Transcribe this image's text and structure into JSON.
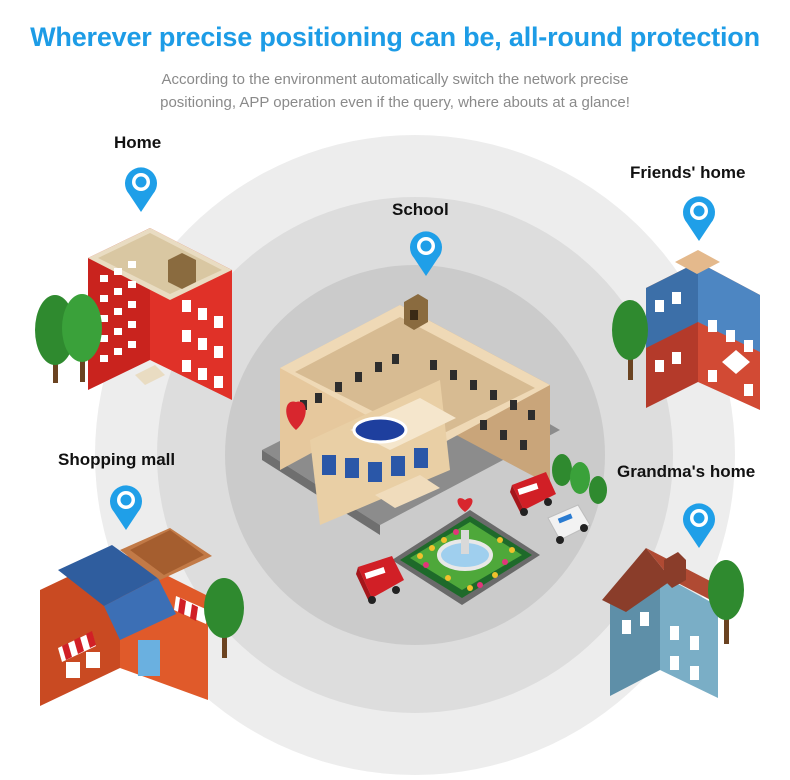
{
  "header": {
    "title": "Wherever precise positioning can be, all-round protection",
    "subtitle_line1": "According to the environment automatically switch the network precise",
    "subtitle_line2": "positioning, APP operation even if the query, where abouts at a glance!"
  },
  "locations": {
    "home": "Home",
    "school": "School",
    "friends_home": "Friends' home",
    "shopping_mall": "Shopping mall",
    "grandmas_home": "Grandma's home"
  },
  "colors": {
    "accent": "#1d9ce6",
    "pin": "#1f9fe8",
    "ring_outer": "#ececec",
    "ring_middle": "#dcdcdc",
    "ring_inner": "#c8c8c8"
  },
  "icons": [
    "location-pin-icon",
    "house-icon",
    "school-icon",
    "shop-icon",
    "tree-icon",
    "fire-truck-icon",
    "ambulance-icon",
    "fountain-icon",
    "heart-icon"
  ]
}
